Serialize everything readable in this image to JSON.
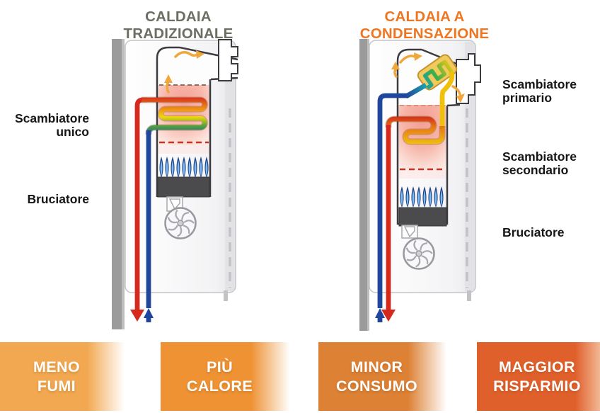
{
  "titles": {
    "left": {
      "text": "CALDAIA TRADIZIONALE",
      "color": "#6B6E62"
    },
    "right": {
      "text": "CALDAIA A CONDENSAZIONE",
      "color": "#EE7522"
    }
  },
  "labels": {
    "scambiatore_unico": {
      "line1": "Scambiatore",
      "line2": "unico"
    },
    "bruciatore_left": "Bruciatore",
    "scambiatore_primario": {
      "line1": "Scambiatore",
      "line2": "primario"
    },
    "scambiatore_secondario": {
      "line1": "Scambiatore",
      "line2": "secondario"
    },
    "bruciatore_right": "Bruciatore"
  },
  "banners": [
    {
      "line1": "MENO",
      "line2": "FUMI",
      "color": "#F2A850"
    },
    {
      "line1": "PIÙ",
      "line2": "CALORE",
      "color": "#EE9233"
    },
    {
      "line1": "MINOR",
      "line2": "CONSUMO",
      "color": "#DD8134"
    },
    {
      "line1": "MAGGIOR",
      "line2": "RISPARMIO",
      "color": "#E0602C"
    }
  ],
  "diagram_colors": {
    "hot_water_pipe": "#D6291E",
    "cold_water_pipe": "#20459C",
    "coil_gradient": [
      "#D42A1E",
      "#EE8C12",
      "#F0D60D",
      "#4EA23C",
      "#2456A6"
    ],
    "flame_outer": "#24418D",
    "flame_inner": "#79BFEA",
    "exhaust_arrow": "#EFA73C",
    "wall_gray": "#9B9B9B",
    "combustion_pink": "#F4A294",
    "burner_dark": "#4B4B4D"
  }
}
